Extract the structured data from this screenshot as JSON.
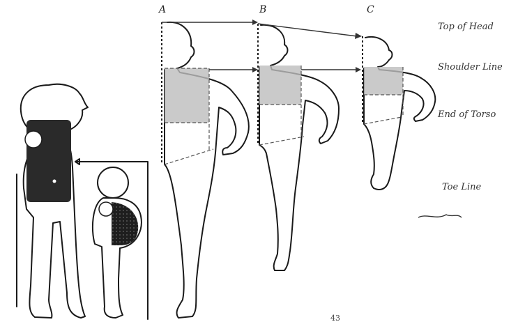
{
  "panels": {
    "a": "A",
    "b": "B",
    "c": "C"
  },
  "labels": {
    "top_of_head": "Top of Head",
    "shoulder_line": "Shoulder Line",
    "end_of_torso": "End of Torso",
    "toe_line": "Toe Line"
  },
  "page_number": "43"
}
